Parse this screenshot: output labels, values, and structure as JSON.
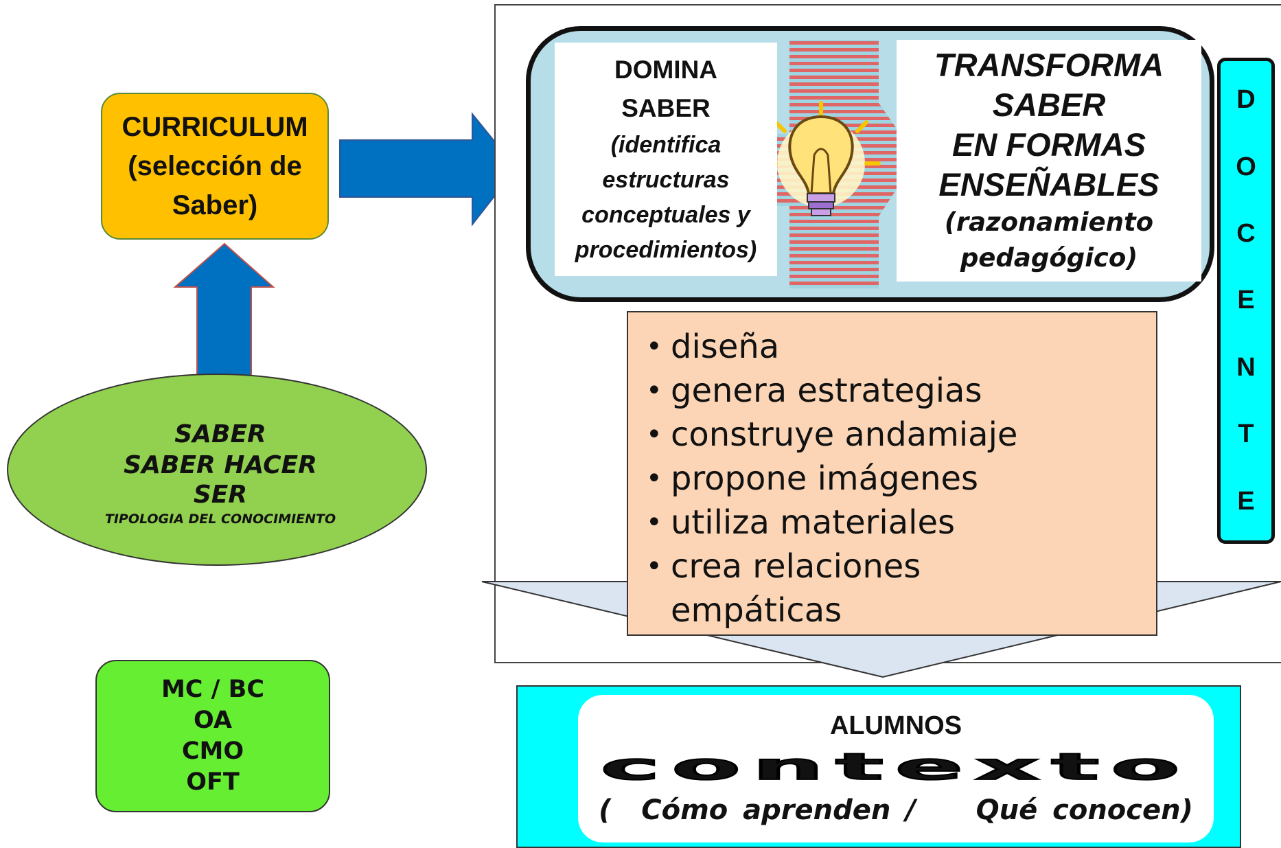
{
  "curriculum": {
    "line1": "CURRICULUM",
    "line2": "(selección de",
    "line3": "Saber)"
  },
  "knowledge": {
    "line1": "SABER",
    "line2": "SABER HACER",
    "line3": "SER",
    "caption": "TIPOLOGIA DEL CONOCIMIENTO"
  },
  "codes": [
    "MC / BC",
    "OA",
    "CMO",
    "OFT"
  ],
  "domina": {
    "title1": "DOMINA",
    "title2": "SABER",
    "sub": [
      "(identifica",
      "estructuras",
      "conceptuales y",
      "procedimientos)"
    ]
  },
  "transforma": {
    "lines": [
      "TRANSFORMA",
      "SABER",
      "EN FORMAS",
      "ENSEÑABLES"
    ],
    "sub": [
      "(razonamiento",
      "pedagógico)"
    ]
  },
  "actions": [
    "diseña",
    "genera estrategias",
    "construye andamiaje",
    "propone imágenes",
    "utiliza materiales",
    "crea relaciones empáticas"
  ],
  "docente": [
    "D",
    "O",
    "C",
    "E",
    "N",
    "T",
    "E"
  ],
  "alumnos": {
    "title": "ALUMNOS",
    "context": "contexto",
    "sub": "(  Cómo aprenden /    Qué conocen)"
  },
  "colors": {
    "curriculum": "#ffc000",
    "knowledge": "#92d050",
    "codes": "#66ee33",
    "arrow": "#0070c0",
    "pedagogy": "#b6dde8",
    "actions": "#fbd5b5",
    "docente": "#00ffff",
    "alumnos": "#00ffff",
    "funnel": "#dbe5f1"
  },
  "icons": {
    "idea": "lightbulb-icon"
  }
}
